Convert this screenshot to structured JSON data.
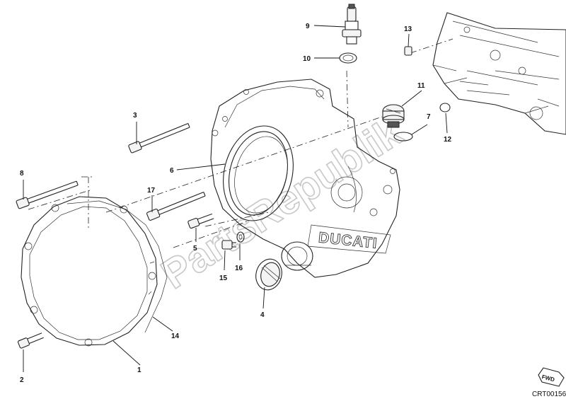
{
  "labels": [
    "9",
    "13",
    "10",
    "11",
    "7",
    "12",
    "3",
    "6",
    "8",
    "17",
    "5",
    "16",
    "15",
    "4",
    "14",
    "1",
    "2"
  ],
  "drawing_code": "CRT00156",
  "engraving": "DUCATI",
  "fwd_badge": "FWD",
  "watermark": "PartsRepublik"
}
